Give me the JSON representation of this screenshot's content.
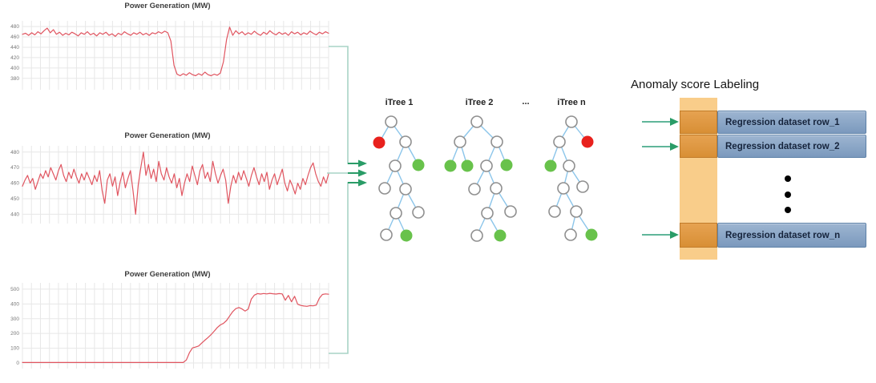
{
  "chart_data": [
    {
      "type": "line",
      "title": "Power Generation (MW)",
      "xlabel": "",
      "ylabel": "",
      "y_ticks": [
        480,
        460,
        440,
        420,
        400,
        380
      ],
      "ylim": [
        358,
        491
      ],
      "grid": true,
      "line_color": "#e05560",
      "values": [
        465,
        467,
        463,
        468,
        464,
        470,
        466,
        472,
        477,
        468,
        474,
        465,
        469,
        463,
        467,
        464,
        469,
        466,
        462,
        468,
        465,
        470,
        464,
        467,
        462,
        468,
        465,
        469,
        463,
        466,
        461,
        467,
        464,
        470,
        466,
        463,
        468,
        465,
        469,
        464,
        467,
        463,
        468,
        466,
        470,
        467,
        471,
        468,
        452,
        405,
        388,
        385,
        389,
        386,
        391,
        387,
        385,
        389,
        386,
        392,
        387,
        385,
        388,
        386,
        390,
        412,
        455,
        479,
        463,
        472,
        466,
        470,
        464,
        468,
        465,
        471,
        466,
        463,
        469,
        465,
        472,
        467,
        464,
        469,
        465,
        468,
        463,
        470,
        466,
        469,
        464,
        468,
        465,
        471,
        467,
        464,
        469,
        466,
        470,
        467
      ]
    },
    {
      "type": "line",
      "title": "Power Generation (MW)",
      "xlabel": "",
      "ylabel": "",
      "y_ticks": [
        480,
        470,
        460,
        450,
        440
      ],
      "ylim": [
        434,
        484
      ],
      "grid": true,
      "line_color": "#e05560",
      "values": [
        458,
        462,
        465,
        460,
        463,
        456,
        461,
        466,
        463,
        468,
        464,
        470,
        466,
        462,
        468,
        472,
        465,
        461,
        467,
        463,
        469,
        464,
        460,
        466,
        462,
        467,
        463,
        459,
        465,
        461,
        468,
        455,
        447,
        462,
        466,
        458,
        464,
        452,
        461,
        467,
        457,
        463,
        468,
        455,
        440,
        459,
        470,
        480,
        465,
        472,
        463,
        469,
        461,
        474,
        466,
        462,
        470,
        464,
        460,
        466,
        457,
        463,
        452,
        460,
        466,
        461,
        471,
        465,
        459,
        468,
        472,
        463,
        467,
        461,
        474,
        466,
        460,
        465,
        469,
        462,
        447,
        458,
        465,
        460,
        467,
        462,
        468,
        463,
        458,
        465,
        470,
        464,
        459,
        466,
        461,
        467,
        456,
        462,
        466,
        459,
        464,
        469,
        460,
        455,
        462,
        458,
        453,
        460,
        456,
        463,
        459,
        465,
        470,
        473,
        466,
        461,
        458,
        464,
        460,
        466
      ]
    },
    {
      "type": "line",
      "title": "Power Generation (MW)",
      "xlabel": "",
      "ylabel": "",
      "y_ticks": [
        500,
        400,
        300,
        200,
        100,
        0
      ],
      "ylim": [
        -38,
        543
      ],
      "grid": true,
      "line_color": "#e05560",
      "values": [
        3,
        3,
        3,
        3,
        3,
        3,
        3,
        3,
        3,
        3,
        3,
        3,
        3,
        3,
        3,
        3,
        3,
        3,
        3,
        3,
        3,
        3,
        3,
        3,
        3,
        3,
        3,
        3,
        3,
        3,
        3,
        3,
        3,
        3,
        3,
        3,
        3,
        3,
        3,
        3,
        3,
        3,
        3,
        3,
        3,
        3,
        3,
        3,
        3,
        3,
        3,
        3,
        3,
        20,
        70,
        102,
        108,
        115,
        135,
        155,
        172,
        192,
        215,
        240,
        258,
        268,
        288,
        318,
        348,
        368,
        376,
        366,
        352,
        365,
        432,
        460,
        470,
        467,
        471,
        468,
        472,
        469,
        467,
        470,
        468,
        425,
        458,
        415,
        452,
        398,
        390,
        386,
        384,
        389,
        387,
        392,
        438,
        464,
        468,
        466
      ]
    }
  ],
  "forest": {
    "ellipsis": "...",
    "trees": [
      {
        "label": "iTree 1",
        "nodes": [
          [
            28,
            12,
            "w"
          ],
          [
            13,
            38,
            "r"
          ],
          [
            46,
            37,
            "w"
          ],
          [
            33,
            67,
            "w"
          ],
          [
            62,
            66,
            "g"
          ],
          [
            20,
            95,
            "w"
          ],
          [
            46,
            96,
            "w"
          ],
          [
            34,
            126,
            "w"
          ],
          [
            62,
            125,
            "w"
          ],
          [
            22,
            153,
            "w"
          ],
          [
            47,
            154,
            "g"
          ]
        ],
        "edges": [
          [
            0,
            1
          ],
          [
            0,
            2
          ],
          [
            2,
            3
          ],
          [
            2,
            4
          ],
          [
            3,
            5
          ],
          [
            3,
            6
          ],
          [
            6,
            7
          ],
          [
            6,
            8
          ],
          [
            7,
            9
          ],
          [
            7,
            10
          ]
        ]
      },
      {
        "label": "iTree 2",
        "nodes": [
          [
            45,
            12,
            "w"
          ],
          [
            24,
            37,
            "w"
          ],
          [
            70,
            37,
            "w"
          ],
          [
            12,
            67,
            "g"
          ],
          [
            33,
            67,
            "g"
          ],
          [
            57,
            67,
            "w"
          ],
          [
            82,
            66,
            "g"
          ],
          [
            42,
            96,
            "w"
          ],
          [
            69,
            95,
            "w"
          ],
          [
            58,
            126,
            "w"
          ],
          [
            87,
            124,
            "w"
          ],
          [
            45,
            154,
            "w"
          ],
          [
            74,
            154,
            "g"
          ]
        ],
        "edges": [
          [
            0,
            1
          ],
          [
            0,
            2
          ],
          [
            1,
            3
          ],
          [
            1,
            4
          ],
          [
            2,
            5
          ],
          [
            2,
            6
          ],
          [
            5,
            7
          ],
          [
            5,
            8
          ],
          [
            8,
            9
          ],
          [
            8,
            10
          ],
          [
            9,
            11
          ],
          [
            9,
            12
          ]
        ]
      },
      {
        "label": "iTree n",
        "nodes": [
          [
            38,
            12,
            "w"
          ],
          [
            23,
            37,
            "w"
          ],
          [
            58,
            37,
            "r"
          ],
          [
            12,
            67,
            "g"
          ],
          [
            35,
            67,
            "w"
          ],
          [
            28,
            95,
            "w"
          ],
          [
            52,
            93,
            "w"
          ],
          [
            17,
            124,
            "w"
          ],
          [
            44,
            124,
            "w"
          ],
          [
            37,
            153,
            "w"
          ],
          [
            63,
            153,
            "g"
          ]
        ],
        "edges": [
          [
            0,
            1
          ],
          [
            0,
            2
          ],
          [
            1,
            3
          ],
          [
            1,
            4
          ],
          [
            4,
            5
          ],
          [
            4,
            6
          ],
          [
            5,
            7
          ],
          [
            5,
            8
          ],
          [
            8,
            9
          ],
          [
            8,
            10
          ]
        ]
      }
    ]
  },
  "labeling": {
    "title": "Anomaly score Labeling",
    "rows": [
      {
        "label": "Regression dataset row_1"
      },
      {
        "label": "Regression dataset row_2"
      },
      {
        "label": "Regression dataset row_n"
      }
    ],
    "ellipsis_dots": 3
  },
  "colors": {
    "series_line": "#e05560",
    "grid": "#e7e7e7",
    "tick_label": "#777777",
    "anomaly_red": "#e8211d",
    "leaf_green": "#68c24b",
    "node_white": "#ffffff",
    "node_stroke": "#8f8f8f",
    "tree_edge": "#8bc5ea",
    "bracket": "#a8d4c6",
    "arrow_dark": "#2a9c67",
    "arrow_shaft": "#49ab8c",
    "column_light": "#f9cd8a",
    "column_dark": "#dd9440",
    "row_blue": "#86a3c4",
    "row_border": "#5d81a8"
  }
}
